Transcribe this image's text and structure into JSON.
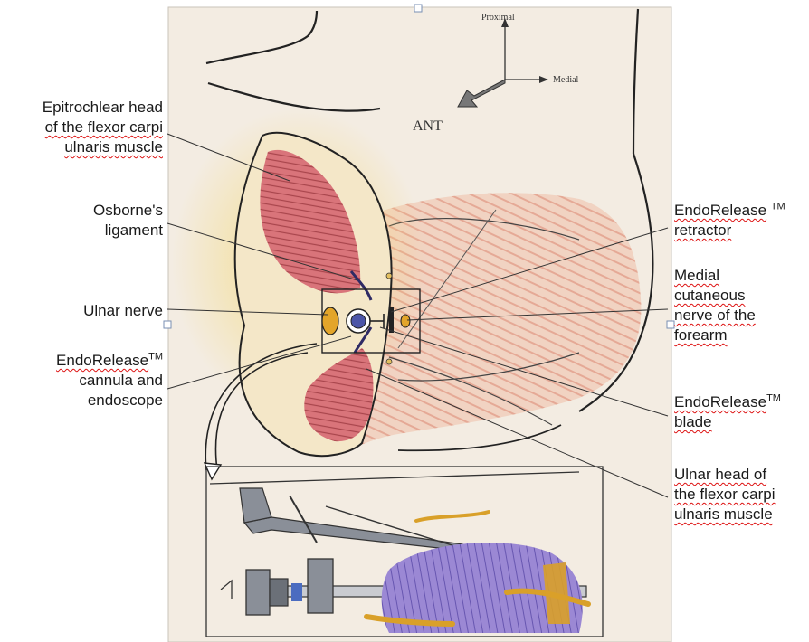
{
  "orientation": {
    "proximal": "Proximal",
    "medial": "Medial",
    "anterior": "ANT"
  },
  "labels_left": {
    "epitrochlear": [
      "Epitrochlear head",
      "of the flexor carpi",
      "ulnaris muscle"
    ],
    "osborne": [
      "Osborne's",
      "ligament"
    ],
    "ulnar_nerve": [
      "Ulnar nerve"
    ],
    "cannula": [
      "EndoRelease",
      "cannula and",
      "endoscope"
    ],
    "cannula_tm": "TM"
  },
  "labels_right": {
    "retractor": [
      "EndoRelease",
      "retractor"
    ],
    "retractor_tm": "TM",
    "medial_cutaneous": [
      "Medial",
      "cutaneous",
      "nerve of the",
      "forearm"
    ],
    "blade": [
      "EndoRelease",
      "blade"
    ],
    "blade_tm": "TM",
    "ulnar_head": [
      "Ulnar head of",
      "the flexor carpi",
      "ulnaris muscle"
    ]
  },
  "colors": {
    "paper": "#f3ece2",
    "muscle": "#d9747a",
    "muscle_hatch": "#a8454c",
    "skin_shading": "#e6a88e",
    "yellow_fat": "#f2d35a",
    "nerve_yellow": "#e3a52a",
    "purple_tissue": "#8a74c8",
    "steel": "#6b7078",
    "label_text": "#1a1a1a"
  }
}
